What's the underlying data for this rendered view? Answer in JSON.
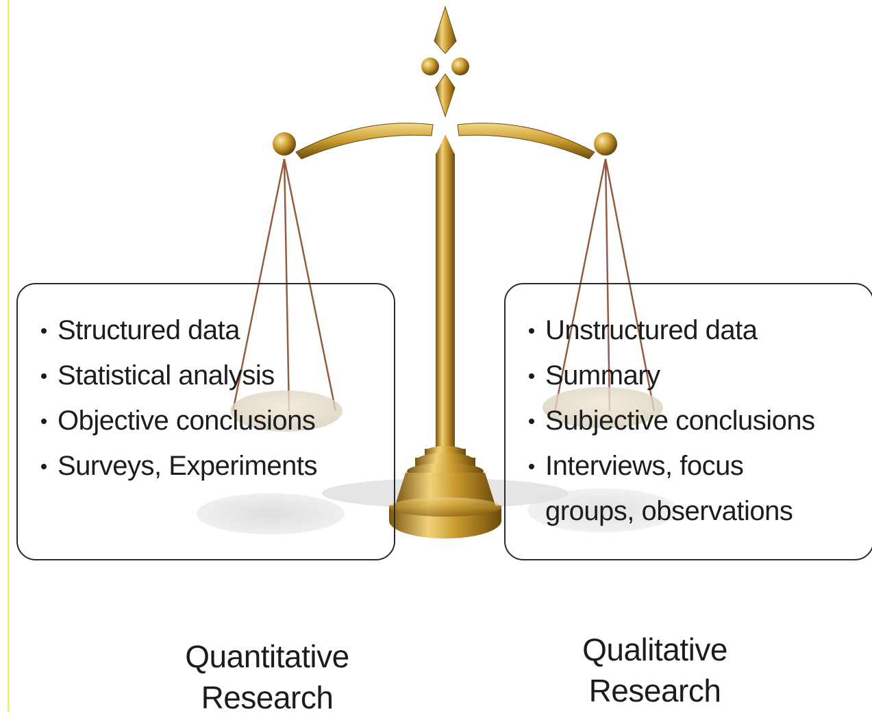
{
  "left_box": {
    "items": [
      "Structured data",
      "Statistical analysis",
      "Objective conclusions",
      "Surveys, Experiments"
    ],
    "caption_line1": "Quantitative",
    "caption_line2": "Research"
  },
  "right_box": {
    "items": [
      "Unstructured data",
      "Summary",
      "Subjective conclusions",
      "Interviews, focus groups, observations"
    ],
    "caption_line1": "Qualitative",
    "caption_line2": "Research"
  },
  "colors": {
    "gold": "#c99a2e",
    "gold_light": "#f0d27a",
    "gold_dark": "#7a5510",
    "border": "#2a2a2a",
    "frame_edge": "#ffe94a"
  }
}
